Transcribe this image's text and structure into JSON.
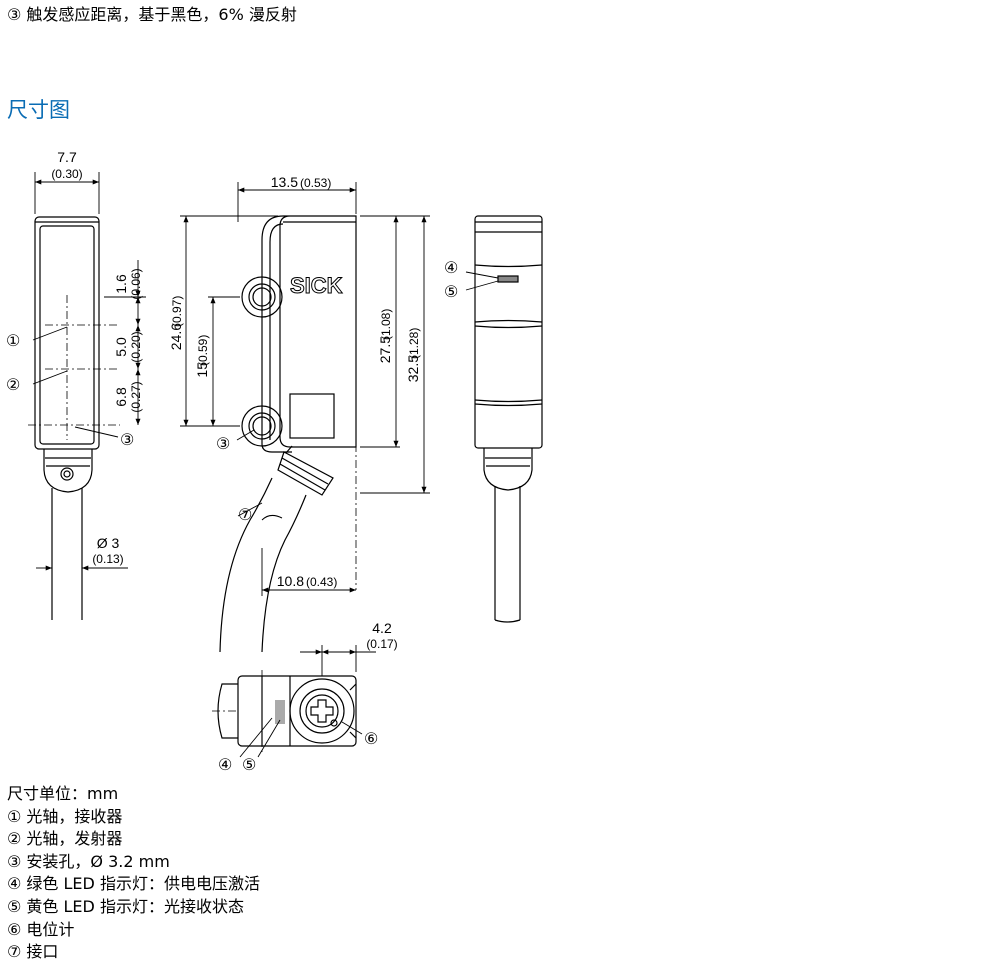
{
  "top_note": "③ 触发感应距离，基于黑色，6% 漫反射",
  "section_title": "尺寸图",
  "brand_logo": "SICK",
  "dimensions": {
    "width_top": "7.7",
    "width_top_in": "(0.30)",
    "d1": "1.6",
    "d1_in": "(0.06)",
    "d2": "5.0",
    "d2_in": "(0.20)",
    "d3": "6.8",
    "d3_in": "(0.27)",
    "cable": "Ø 3",
    "cable_in": "(0.13)",
    "side_w": "13.5",
    "side_w_in": "(0.53)",
    "h246": "24.6",
    "h246_in": "(0.97)",
    "h15": "15",
    "h15_in": "(0.59)",
    "h275": "27.5",
    "h275_in": "(1.08)",
    "h325": "32.5",
    "h325_in": "(1.28)",
    "w108": "10.8",
    "w108_in": "(0.43)",
    "w42": "4.2",
    "w42_in": "(0.17)"
  },
  "callouts": {
    "c1": "①",
    "c2": "②",
    "c3": "③",
    "c4": "④",
    "c5": "⑤",
    "c6": "⑥",
    "c7": "⑦"
  },
  "legend": [
    "尺寸单位：mm",
    "① 光轴，接收器",
    "② 光轴，发射器",
    "③ 安装孔，Ø 3.2 mm",
    "④ 绿色 LED 指示灯：供电电压激活",
    "⑤ 黄色 LED 指示灯：光接收状态",
    "⑥ 电位计",
    "⑦ 接口"
  ]
}
